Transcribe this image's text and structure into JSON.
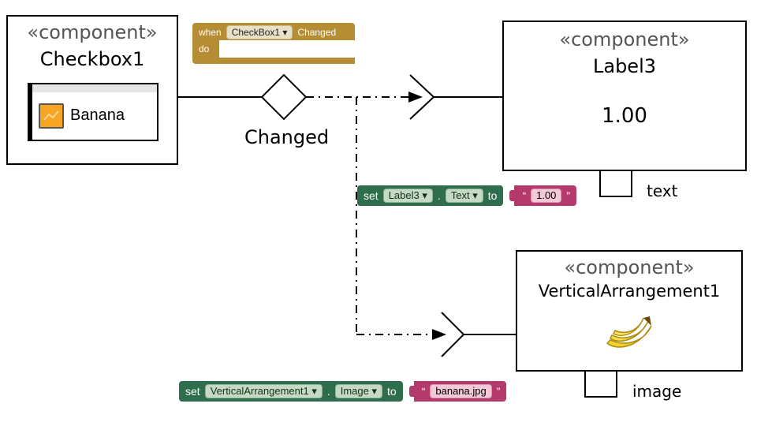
{
  "checkbox_component": {
    "stereotype": "«component»",
    "name": "Checkbox1",
    "preview_label": "Banana"
  },
  "event_block": {
    "when": "when",
    "component": "CheckBox1",
    "event": "Changed",
    "do": "do"
  },
  "decision": {
    "label": "Changed"
  },
  "label_component": {
    "stereotype": "«component»",
    "name": "Label3",
    "value": "1.00",
    "port_label": "text"
  },
  "set_text_block": {
    "set": "set",
    "component": "Label3",
    "dot": ".",
    "property": "Text",
    "to": "to",
    "open_quote": "“",
    "value": "1.00",
    "close_quote": "”"
  },
  "arrangement_component": {
    "stereotype": "«component»",
    "name": "VerticalArrangement1",
    "port_label": "image",
    "image_icon": "banana-icon"
  },
  "set_image_block": {
    "set": "set",
    "component": "VerticalArrangement1",
    "dot": ".",
    "property": "Image",
    "to": "to",
    "open_quote": "“",
    "value": "banana.jpg",
    "close_quote": "”"
  },
  "colors": {
    "event_block": "#b58d35",
    "setter_block": "#2f6e4c",
    "text_block": "#b33a6b",
    "checkbox_icon": "#f6a623",
    "banana": "#f2d22e"
  }
}
